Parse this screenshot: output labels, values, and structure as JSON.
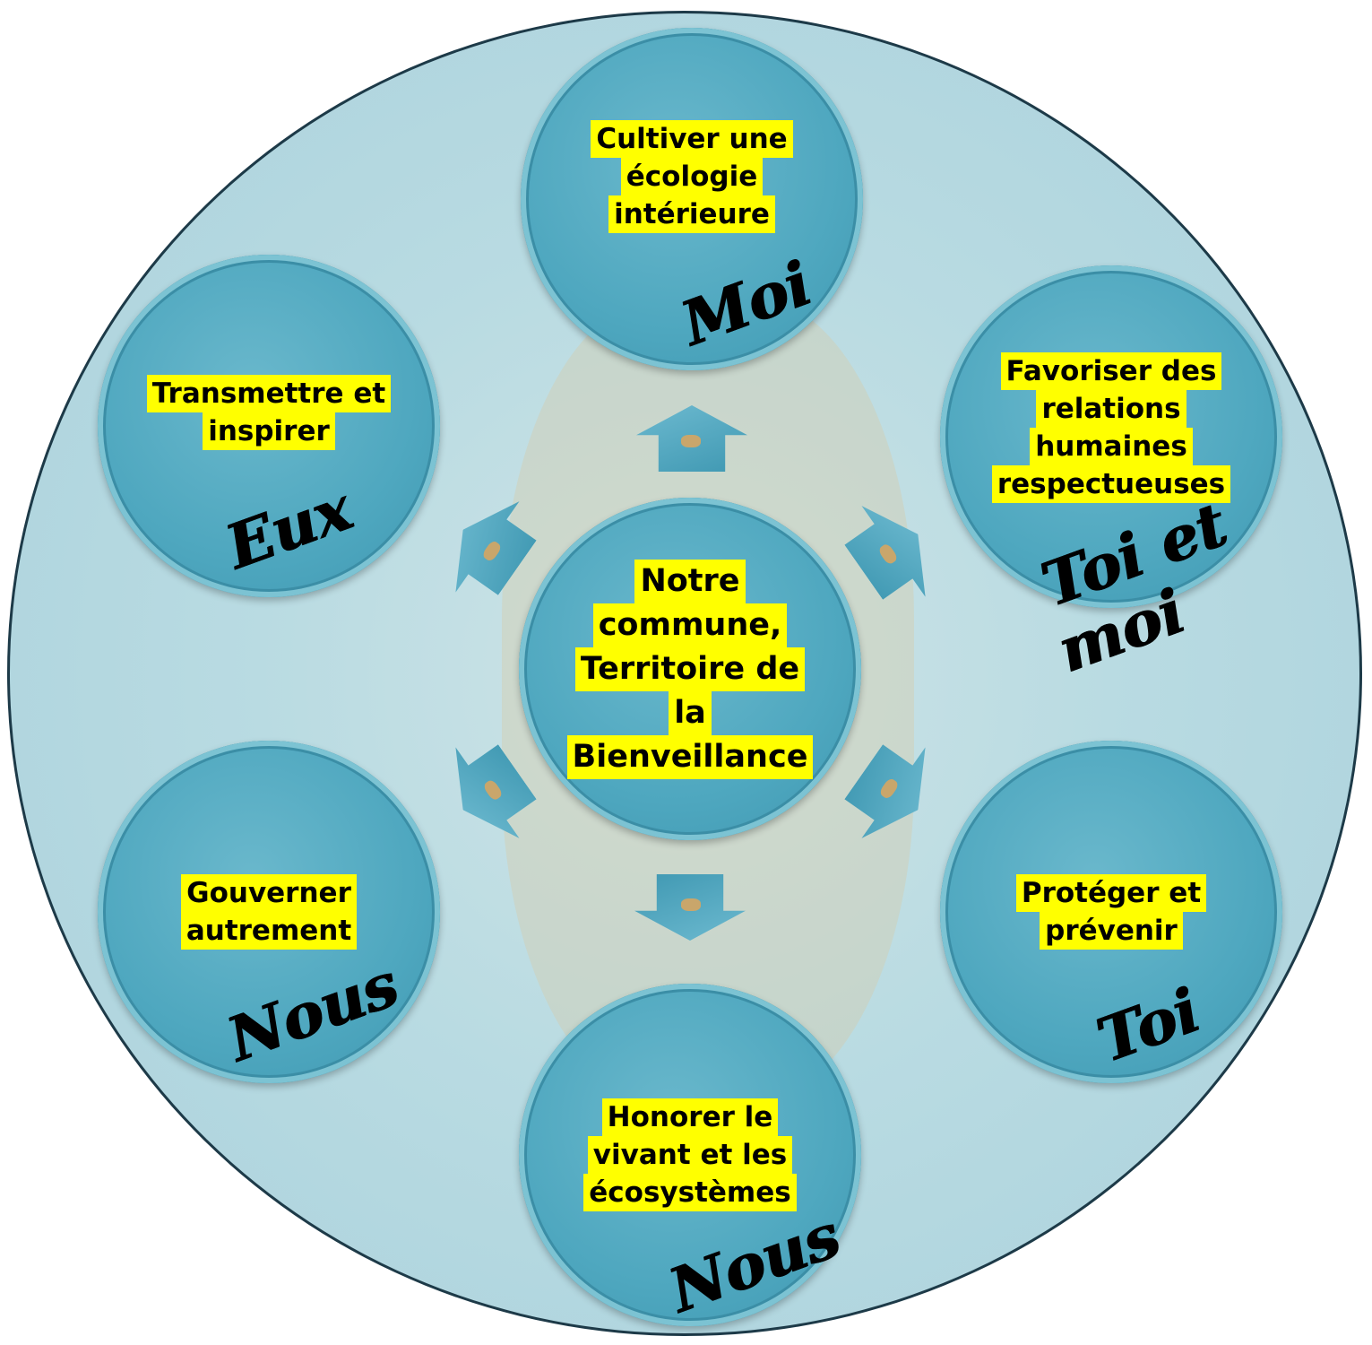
{
  "center": {
    "lines": [
      "Notre",
      "commune,",
      "Territoire de",
      "la",
      "Bienveillance"
    ]
  },
  "nodes": {
    "top": {
      "lines": [
        "Cultiver une",
        "écologie",
        "intérieure"
      ],
      "label": "Moi"
    },
    "top_left": {
      "lines": [
        "Transmettre et",
        "inspirer"
      ],
      "label": "Eux"
    },
    "top_right": {
      "lines": [
        "Favoriser des",
        "relations",
        "humaines",
        "respectueuses"
      ],
      "label_1": "Toi et",
      "label_2": "moi"
    },
    "bottom_left": {
      "lines": [
        "Gouverner",
        "autrement"
      ],
      "label": "Nous"
    },
    "bottom_right": {
      "lines": [
        "Protéger et",
        "prévenir"
      ],
      "label": "Toi"
    },
    "bottom": {
      "lines": [
        "Honorer le",
        "vivant et les",
        "écosystèmes"
      ],
      "label": "Nous"
    }
  },
  "colors": {
    "highlight": "#ffff00",
    "bubble": "#4ea7bf",
    "background": "#b9dbe2"
  }
}
